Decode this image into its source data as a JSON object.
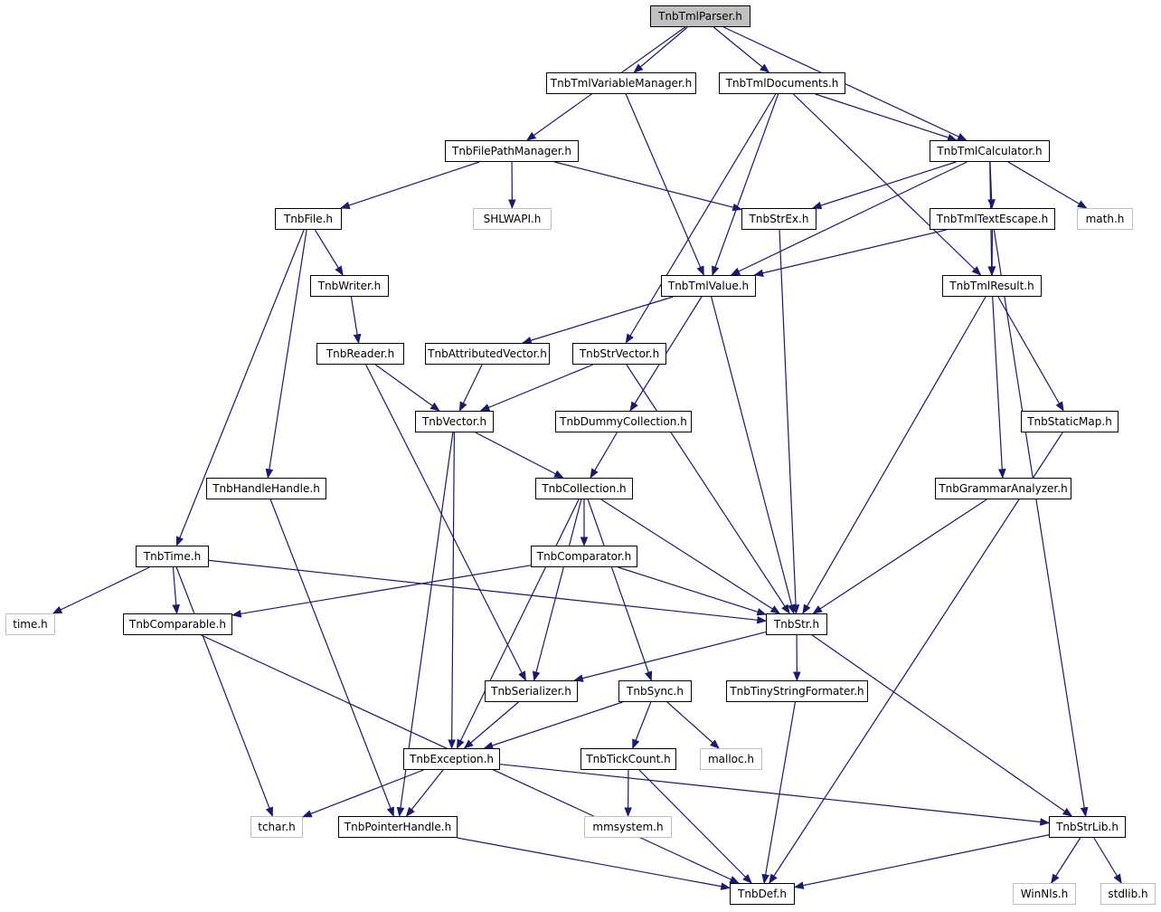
{
  "nodes": {
    "root": "TnbTmlParser.h",
    "varmgr": "TnbTmlVariableManager.h",
    "docs": "TnbTmlDocuments.h",
    "fpm": "TnbFilePathManager.h",
    "calc": "TnbTmlCalculator.h",
    "file": "TnbFile.h",
    "shlwapi": "SHLWAPI.h",
    "strex": "TnbStrEx.h",
    "textesc": "TnbTmlTextEscape.h",
    "math": "math.h",
    "writer": "TnbWriter.h",
    "value": "TnbTmlValue.h",
    "result": "TnbTmlResult.h",
    "reader": "TnbReader.h",
    "attrvec": "TnbAttributedVector.h",
    "strvec": "TnbStrVector.h",
    "vector": "TnbVector.h",
    "dummy": "TnbDummyCollection.h",
    "staticmap": "TnbStaticMap.h",
    "handle": "TnbHandleHandle.h",
    "coll": "TnbCollection.h",
    "grammar": "TnbGrammarAnalyzer.h",
    "time": "TnbTime.h",
    "comparator": "TnbComparator.h",
    "timeh": "time.h",
    "comparable": "TnbComparable.h",
    "str": "TnbStr.h",
    "serial": "TnbSerializer.h",
    "sync": "TnbSync.h",
    "tiny": "TnbTinyStringFormater.h",
    "exc": "TnbException.h",
    "tick": "TnbTickCount.h",
    "malloc": "malloc.h",
    "tchar": "tchar.h",
    "ptrhandle": "TnbPointerHandle.h",
    "mmsystem": "mmsystem.h",
    "strlib": "TnbStrLib.h",
    "def": "TnbDef.h",
    "winnls": "WinNls.h",
    "stdlib": "stdlib.h"
  },
  "edges": [
    [
      "root",
      "varmgr"
    ],
    [
      "root",
      "docs"
    ],
    [
      "root",
      "fpm"
    ],
    [
      "root",
      "calc"
    ],
    [
      "varmgr",
      "value"
    ],
    [
      "docs",
      "calc"
    ],
    [
      "docs",
      "value"
    ],
    [
      "docs",
      "result"
    ],
    [
      "docs",
      "strvec"
    ],
    [
      "fpm",
      "file"
    ],
    [
      "fpm",
      "shlwapi"
    ],
    [
      "fpm",
      "strex"
    ],
    [
      "calc",
      "strex"
    ],
    [
      "calc",
      "value"
    ],
    [
      "calc",
      "textesc"
    ],
    [
      "calc",
      "math"
    ],
    [
      "calc",
      "result"
    ],
    [
      "file",
      "writer"
    ],
    [
      "file",
      "handle"
    ],
    [
      "file",
      "time"
    ],
    [
      "strex",
      "str"
    ],
    [
      "textesc",
      "value"
    ],
    [
      "textesc",
      "result"
    ],
    [
      "textesc",
      "strlib"
    ],
    [
      "writer",
      "reader"
    ],
    [
      "value",
      "attrvec"
    ],
    [
      "value",
      "dummy"
    ],
    [
      "value",
      "str"
    ],
    [
      "result",
      "str"
    ],
    [
      "result",
      "staticmap"
    ],
    [
      "result",
      "grammar"
    ],
    [
      "reader",
      "vector"
    ],
    [
      "reader",
      "serial"
    ],
    [
      "attrvec",
      "vector"
    ],
    [
      "strvec",
      "vector"
    ],
    [
      "strvec",
      "str"
    ],
    [
      "vector",
      "coll"
    ],
    [
      "vector",
      "exc"
    ],
    [
      "vector",
      "ptrhandle"
    ],
    [
      "dummy",
      "coll"
    ],
    [
      "staticmap",
      "def"
    ],
    [
      "handle",
      "ptrhandle"
    ],
    [
      "coll",
      "comparator"
    ],
    [
      "coll",
      "str"
    ],
    [
      "coll",
      "serial"
    ],
    [
      "coll",
      "exc"
    ],
    [
      "coll",
      "sync"
    ],
    [
      "grammar",
      "str"
    ],
    [
      "time",
      "timeh"
    ],
    [
      "time",
      "comparable"
    ],
    [
      "time",
      "str"
    ],
    [
      "time",
      "tchar"
    ],
    [
      "comparator",
      "comparable"
    ],
    [
      "comparator",
      "str"
    ],
    [
      "comparable",
      "def"
    ],
    [
      "str",
      "serial"
    ],
    [
      "str",
      "tiny"
    ],
    [
      "str",
      "strlib"
    ],
    [
      "serial",
      "exc"
    ],
    [
      "sync",
      "exc"
    ],
    [
      "sync",
      "tick"
    ],
    [
      "sync",
      "malloc"
    ],
    [
      "tiny",
      "def"
    ],
    [
      "exc",
      "tchar"
    ],
    [
      "exc",
      "ptrhandle"
    ],
    [
      "exc",
      "strlib"
    ],
    [
      "tick",
      "mmsystem"
    ],
    [
      "tick",
      "def"
    ],
    [
      "ptrhandle",
      "def"
    ],
    [
      "strlib",
      "def"
    ],
    [
      "strlib",
      "winnls"
    ],
    [
      "strlib",
      "stdlib"
    ]
  ],
  "colors": {
    "edge": "#191970",
    "node_border": "#000000",
    "external_border": "#bfbfbf",
    "root_fill": "#bfbfbf"
  }
}
